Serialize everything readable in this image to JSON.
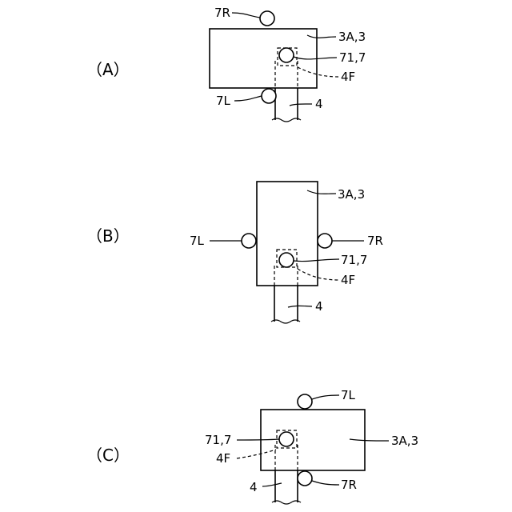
{
  "panels": {
    "A": {
      "label": "（A）",
      "roller_right": "7R",
      "body": "3A,3",
      "pivot": "71,7",
      "frame": "4F",
      "roller_left": "7L",
      "arm": "4"
    },
    "B": {
      "label": "（B）",
      "body": "3A,3",
      "roller_left": "7L",
      "roller_right": "7R",
      "pivot": "71,7",
      "frame": "4F",
      "arm": "4"
    },
    "C": {
      "label": "（C）",
      "roller_left": "7L",
      "pivot": "71,7",
      "body": "3A,3",
      "frame": "4F",
      "arm": "4",
      "roller_right": "7R"
    }
  }
}
